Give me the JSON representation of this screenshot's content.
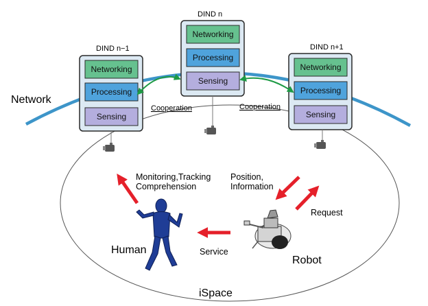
{
  "network_label": "Network",
  "space_label": "iSpace",
  "dinds": [
    {
      "title": "DIND n−1",
      "layers": [
        "Networking",
        "Processing",
        "Sensing"
      ]
    },
    {
      "title": "DIND n",
      "layers": [
        "Networking",
        "Processing",
        "Sensing"
      ]
    },
    {
      "title": "DIND n+1",
      "layers": [
        "Networking",
        "Processing",
        "Sensing"
      ]
    }
  ],
  "cooperation_labels": [
    "Cooperation",
    "Cooperation"
  ],
  "actors": {
    "human": "Human",
    "robot": "Robot"
  },
  "flows": {
    "monitoring_line1": "Monitoring,Tracking",
    "monitoring_line2": "Comprehension",
    "position_line1": "Position,",
    "position_line2": "Information",
    "request": "Request",
    "service": "Service"
  },
  "colors": {
    "network_curve": "#3d95c9",
    "node_fill": "#dce9f3",
    "node_border": "#2a2a2a",
    "networking": "#66c18f",
    "processing": "#4fa3dc",
    "sensing": "#b4aede",
    "cooperation_arrow": "#1e9a45",
    "flow_arrow": "#e5202a",
    "human": "#1f3d96"
  }
}
